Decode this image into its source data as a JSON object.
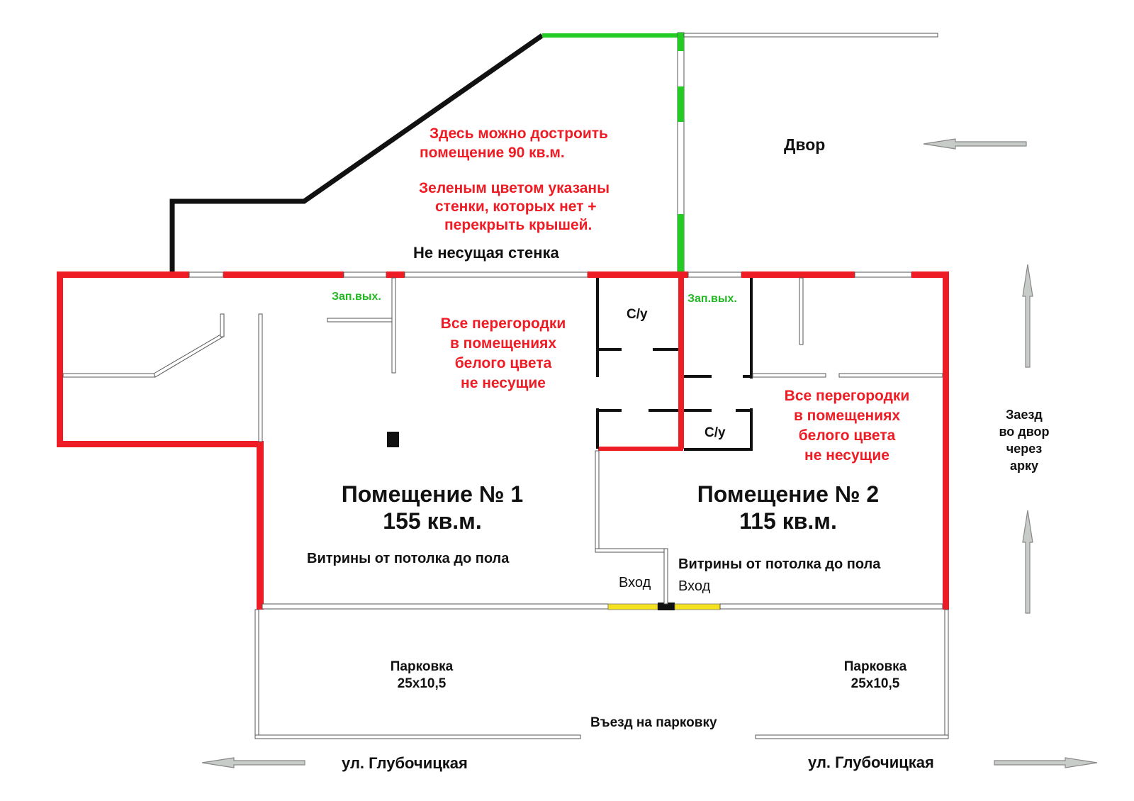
{
  "colors": {
    "bearing_wall": "#ee1c24",
    "missing_wall": "#22cc22",
    "outline_wall": "#111111",
    "entrance_marker": "#f5e11e",
    "arrow": "#c8ccc8"
  },
  "annotations": {
    "extension_line1": "Здесь можно достроить",
    "extension_line2": "помещение  90 кв.м.",
    "green_note_line1": "Зеленым цветом указаны",
    "green_note_line2": "стенки, которых нет +",
    "green_note_line3": "перекрыть крышей.",
    "non_bearing_wall": "Не несущая стенка",
    "yard": "Двор",
    "emergency_exit_1": "Зап.вых.",
    "emergency_exit_2": "Зап.вых.",
    "partitions_1": [
      "Все перегородки",
      "в помещениях",
      "белого цвета",
      "не несущие"
    ],
    "partitions_2": [
      "Все перегородки",
      "в помещениях",
      "белого цвета",
      "не несущие"
    ],
    "wc_1": "С/у",
    "wc_2": "С/у",
    "yard_entry": [
      "Заезд",
      "во двор",
      "через",
      "арку"
    ]
  },
  "rooms": [
    {
      "name": "Помещение № 1",
      "area": "155 кв.м.",
      "note": "Витрины от потолка до пола",
      "entrance": "Вход"
    },
    {
      "name": "Помещение № 2",
      "area": "115 кв.м.",
      "note": "Витрины от потолка до пола",
      "entrance": "Вход"
    }
  ],
  "parking": [
    {
      "label": "Парковка",
      "size": "25х10,5"
    },
    {
      "label": "Парковка",
      "size": "25х10,5"
    }
  ],
  "parking_entry": "Въезд на парковку",
  "streets": [
    "ул. Глубочицкая",
    "ул. Глубочицкая"
  ],
  "icons": [
    "arrow-left-icon",
    "arrow-right-icon",
    "arrow-up-icon"
  ]
}
